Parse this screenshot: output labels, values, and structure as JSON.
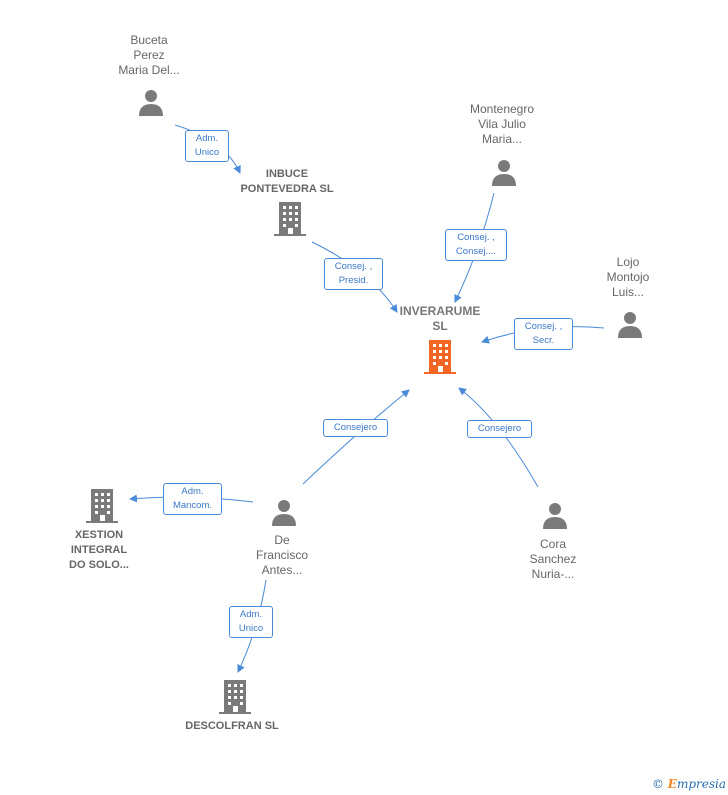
{
  "nodes": {
    "buceta": "Buceta\nPerez\nMaria Del...",
    "inbuce": "INBUCE\nPONTEVEDRA SL",
    "montenegro": "Montenegro\nVila Julio\nMaria...",
    "lojo": "Lojo\nMontojo\nLuis...",
    "inverarume": "INVERARUME\nSL",
    "xestion": "XESTION\nINTEGRAL\nDO SOLO...",
    "de_francisco": "De\nFrancisco\nAntes...",
    "cora": "Cora\nSanchez\nNuria-...",
    "descolfran": "DESCOLFRAN SL"
  },
  "edges": {
    "buceta_inbuce": "Adm.\nUnico",
    "inbuce_center": "Consej. ,\nPresid.",
    "montenegro_center": "Consej. ,\nConsej....",
    "lojo_center": "Consej. ,\nSecr.",
    "defrancisco_center": "Consejero",
    "cora_center": "Consejero",
    "defrancisco_xestion": "Adm.\nMancom.",
    "defrancisco_descolfran": "Adm.\nUnico"
  },
  "footer": {
    "copyright": "©",
    "brand_e": "E",
    "brand_rest": "mpresia"
  },
  "colors": {
    "center": "#f26522",
    "node": "#7a7a7a",
    "edge": "#4a8ad8"
  }
}
